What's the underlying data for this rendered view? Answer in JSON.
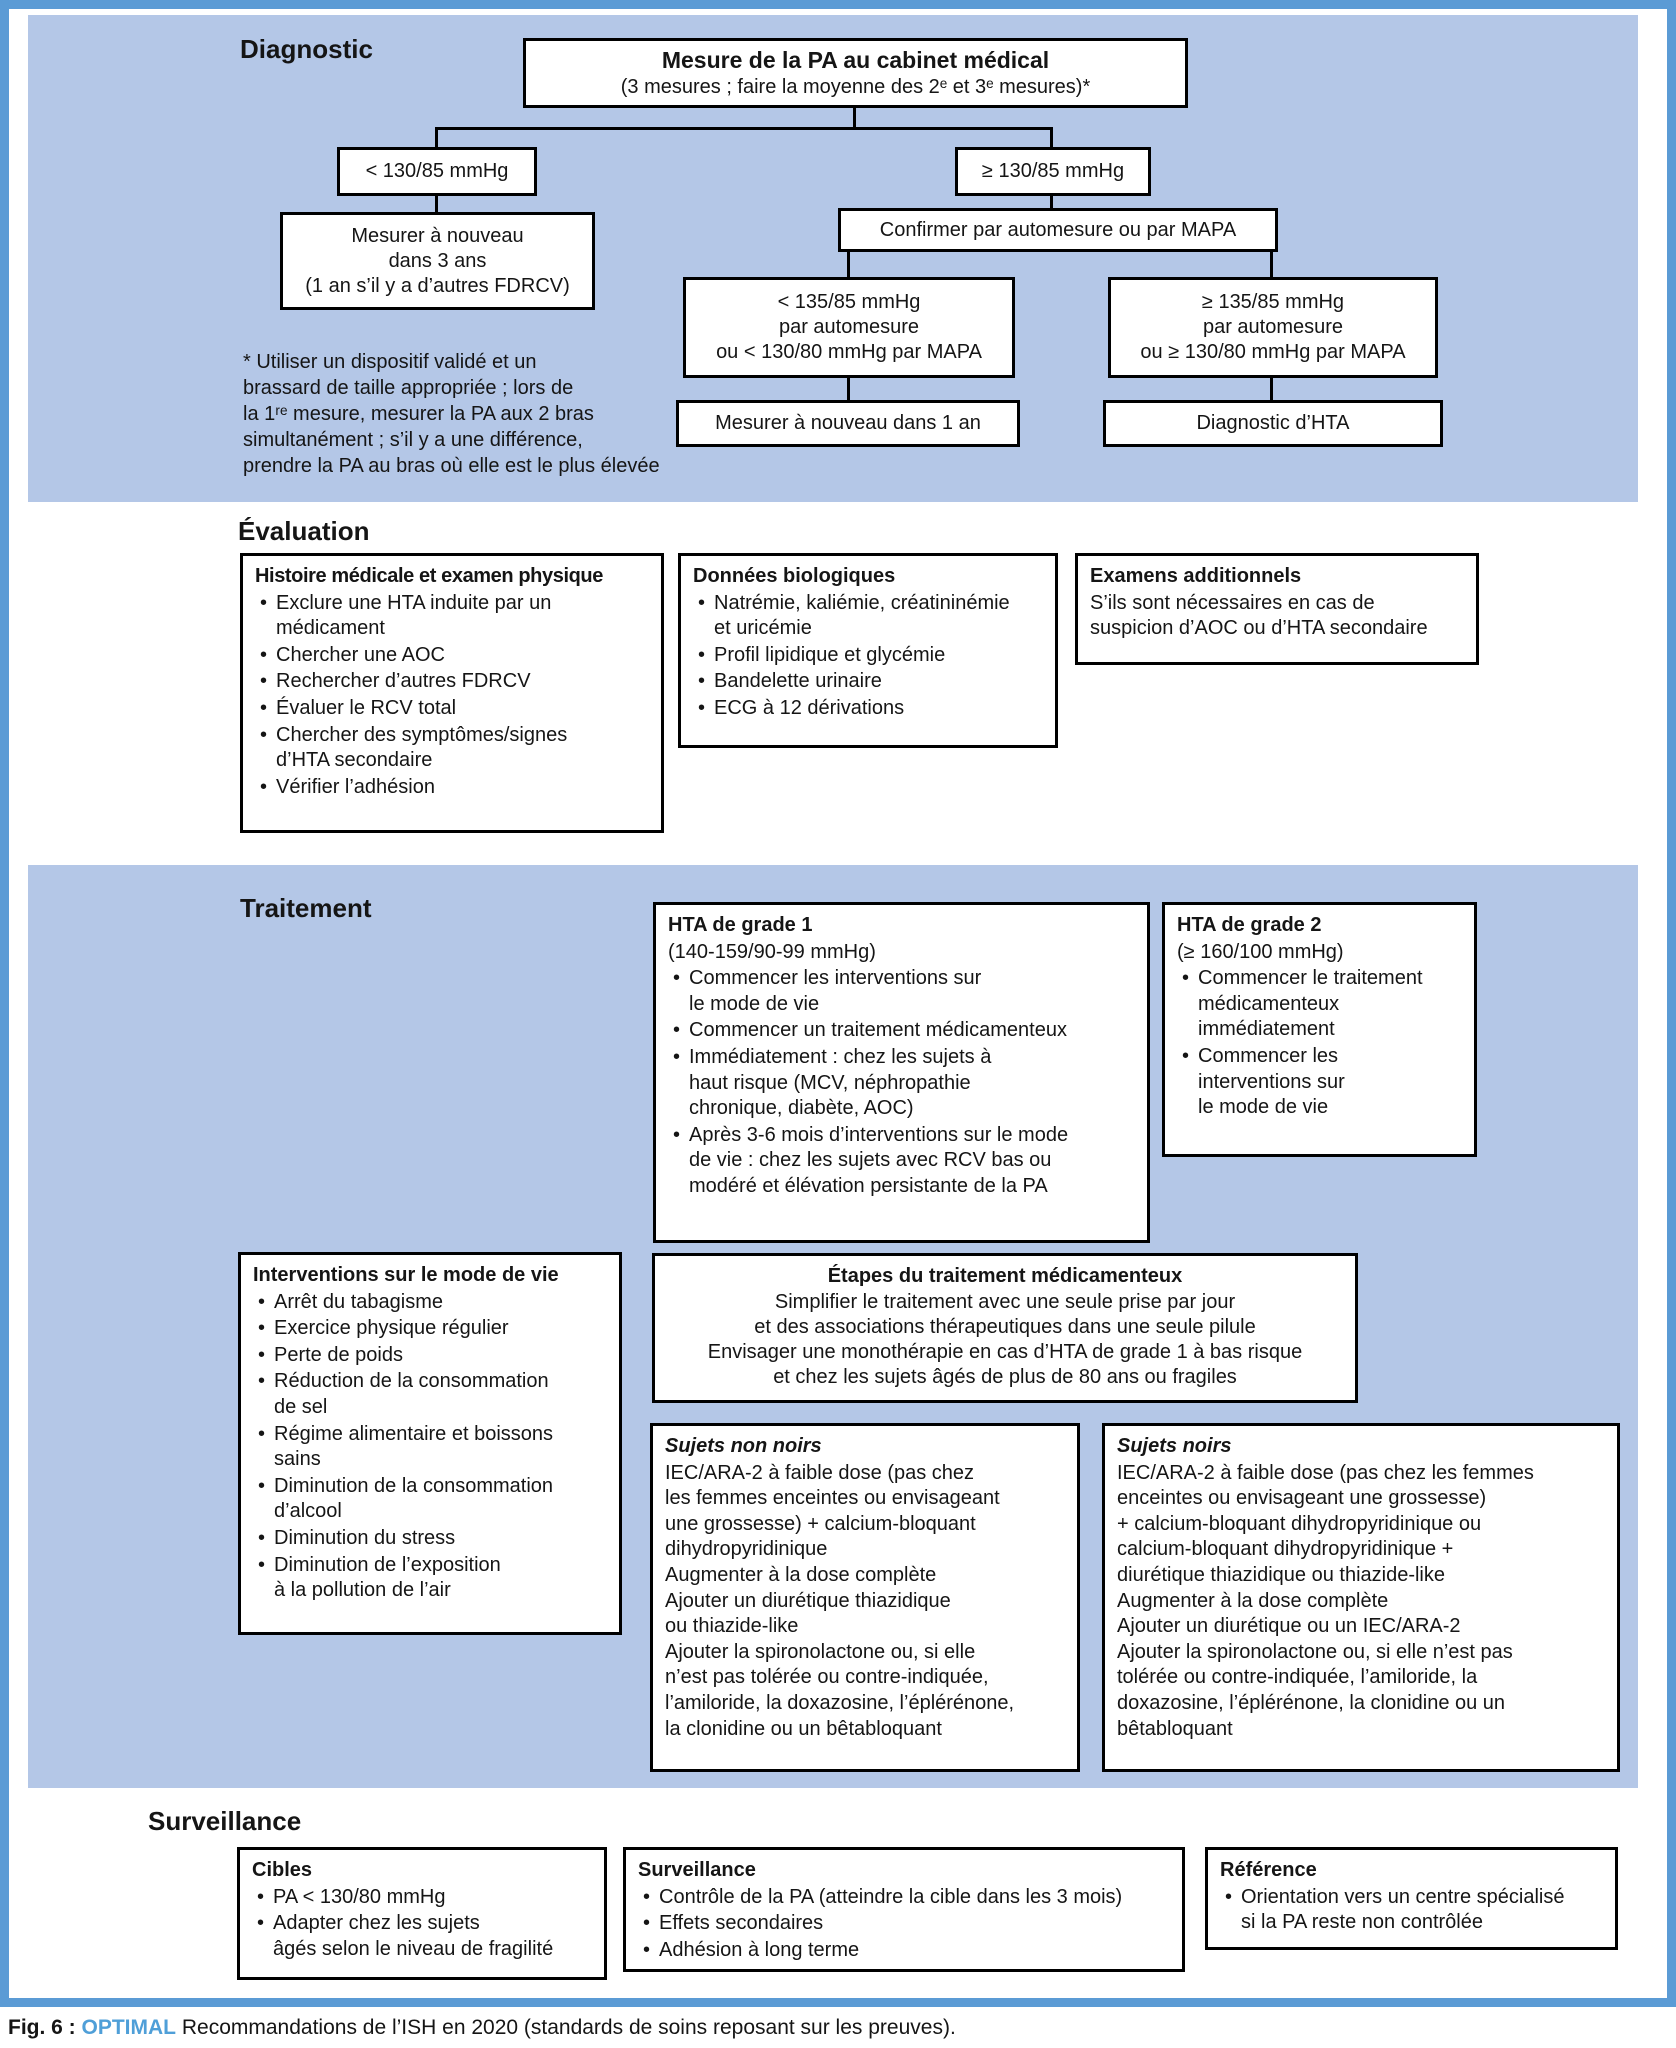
{
  "palette": {
    "frame_blue": "#5b9bd5",
    "panel_blue": "#b4c7e7",
    "box_border": "#000000",
    "text": "#151515",
    "accent_blue": "#4f9fd8"
  },
  "diagnostic": {
    "heading": "Diagnostic",
    "root": {
      "title": "Mesure de la PA au cabinet médical",
      "subtitle": "(3 mesures ; faire la moyenne des 2ᵉ et 3ᵉ mesures)*"
    },
    "left_label": "< 130/85 mmHg",
    "left_action": "Mesurer à nouveau\ndans 3 ans\n(1 an s’il y a d’autres FDRCV)",
    "right_label": "≥ 130/85 mmHg",
    "confirm": "Confirmer par automesure ou par MAPA",
    "confirm_low": "< 135/85 mmHg\npar automesure\nou < 130/80 mmHg par MAPA",
    "confirm_low_action": "Mesurer à nouveau dans 1 an",
    "confirm_high": "≥ 135/85 mmHg\npar automesure\nou ≥ 130/80 mmHg par MAPA",
    "confirm_high_action": "Diagnostic d’HTA",
    "footnote": "* Utiliser un dispositif validé et un\nbrassard de taille appropriée ; lors de\nla 1ʳᵉ mesure, mesurer la PA aux 2 bras\nsimultanément ; s’il y a une différence,\nprendre la PA au bras où elle est le plus élevée"
  },
  "evaluation": {
    "heading": "Évaluation",
    "history": {
      "title": "Histoire médicale et examen physique",
      "items": [
        "Exclure une HTA induite par un\nmédicament",
        "Chercher une AOC",
        "Rechercher d’autres FDRCV",
        "Évaluer le RCV total",
        "Chercher des symptômes/signes\nd’HTA secondaire",
        "Vérifier l’adhésion"
      ]
    },
    "biology": {
      "title": "Données biologiques",
      "items": [
        "Natrémie, kaliémie, créatininémie\net uricémie",
        "Profil lipidique et glycémie",
        "Bandelette urinaire",
        "ECG à 12 dérivations"
      ]
    },
    "additional": {
      "title": "Examens additionnels",
      "text": "S’ils sont nécessaires en cas de\nsuspicion d’AOC ou d’HTA secondaire"
    }
  },
  "traitement": {
    "heading": "Traitement",
    "grade1": {
      "title": "HTA de grade 1",
      "subtitle": "(140-159/90-99 mmHg)",
      "items": [
        "Commencer les interventions sur\nle mode de vie",
        "Commencer un traitement médicamenteux",
        "Immédiatement : chez les sujets à\nhaut risque (MCV, néphropathie\nchronique, diabète, AOC)",
        "Après 3-6 mois d’interventions sur le mode\nde vie : chez les sujets avec RCV bas ou\nmodéré et élévation persistante de la PA"
      ]
    },
    "grade2": {
      "title": "HTA de grade 2",
      "subtitle": "(≥ 160/100 mmHg)",
      "items": [
        "Commencer le traitement\nmédicamenteux\nimmédiatement",
        "Commencer les\ninterventions sur\nle mode de vie"
      ]
    },
    "lifestyle": {
      "title": "Interventions sur le mode de vie",
      "items": [
        "Arrêt du tabagisme",
        "Exercice physique régulier",
        "Perte de poids",
        "Réduction de la consommation\nde sel",
        "Régime alimentaire et boissons\nsains",
        "Diminution de la consommation\nd’alcool",
        "Diminution du stress",
        "Diminution de l’exposition\nà la pollution de l’air"
      ]
    },
    "steps": {
      "title": "Étapes du traitement médicamenteux",
      "lines": [
        "Simplifier le traitement avec une seule prise par jour",
        "et des associations thérapeutiques dans une seule pilule",
        "Envisager une monothérapie en cas d’HTA de grade 1 à bas risque",
        "et chez les sujets âgés de plus de 80 ans ou fragiles"
      ]
    },
    "non_black": {
      "title": "Sujets non noirs",
      "steps": [
        "IEC/ARA-2 à faible dose (pas chez\nles femmes enceintes ou envisageant\nune grossesse) + calcium-bloquant\ndihydropyridinique",
        "Augmenter à la dose complète",
        "Ajouter un diurétique thiazidique\nou thiazide-like",
        "Ajouter la spironolactone ou, si elle\nn’est pas tolérée ou contre-indiquée,\nl’amiloride, la doxazosine, l’éplérénone,\nla clonidine ou un bêtabloquant"
      ]
    },
    "black": {
      "title": "Sujets noirs",
      "steps": [
        "IEC/ARA-2 à faible dose (pas chez les femmes\nenceintes ou envisageant une grossesse)\n+ calcium-bloquant dihydropyridinique ou\ncalcium-bloquant dihydropyridinique +\ndiurétique thiazidique ou thiazide-like",
        "Augmenter à la dose complète",
        "Ajouter un diurétique ou un IEC/ARA-2",
        "Ajouter la spironolactone ou, si elle n’est pas\ntolérée ou contre-indiquée, l’amiloride, la\ndoxazosine, l’éplérénone, la clonidine ou un\nbêtabloquant"
      ]
    }
  },
  "surveillance": {
    "heading": "Surveillance",
    "targets": {
      "title": "Cibles",
      "items": [
        "PA < 130/80 mmHg",
        "Adapter chez les sujets\nâgés selon le niveau de fragilité"
      ]
    },
    "monitoring": {
      "title": "Surveillance",
      "items": [
        "Contrôle de la PA (atteindre la cible dans les 3 mois)",
        "Effets secondaires",
        "Adhésion à long terme"
      ]
    },
    "referral": {
      "title": "Référence",
      "items": [
        "Orientation vers un centre spécialisé\nsi la PA reste non contrôlée"
      ]
    }
  },
  "caption": {
    "prefix": "Fig. 6 :",
    "highlight": "OPTIMAL",
    "text": "Recommandations de l’ISH en 2020 (standards de soins reposant sur les preuves)."
  }
}
